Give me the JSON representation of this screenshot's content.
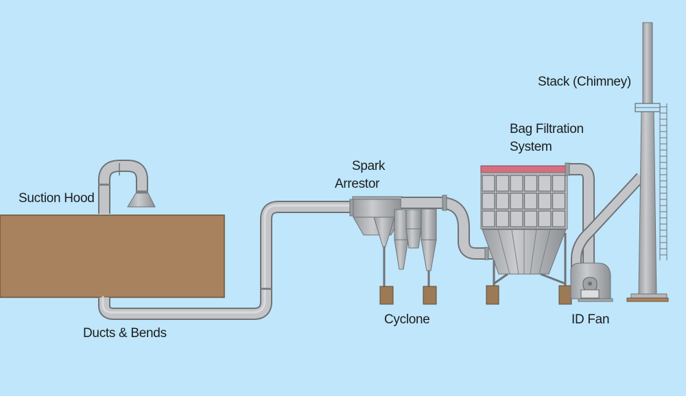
{
  "diagram": {
    "type": "industrial dust collection system process flow",
    "colors": {
      "background": "#bfe6fb",
      "pipe": "#b4b6b9",
      "pipe_dark": "#7d8085",
      "source_block": "#a8825e",
      "dust_bin": "#9c7a55",
      "filter_top": "#d56f80"
    },
    "labels": {
      "suction_hood": "Suction Hood",
      "ducts_bends": "Ducts & Bends",
      "spark_arrestor_line1": "Spark",
      "spark_arrestor_line2": "Arrestor",
      "cyclone": "Cyclone",
      "bag_filtration_line1": "Bag Filtration",
      "bag_filtration_line2": "System",
      "id_fan": "ID Fan",
      "stack": "Stack (Chimney)"
    },
    "components": [
      {
        "id": "suction-hood",
        "name": "Suction Hood"
      },
      {
        "id": "ducts-bends",
        "name": "Ducts & Bends"
      },
      {
        "id": "spark-arrestor",
        "name": "Spark Arrestor"
      },
      {
        "id": "cyclone",
        "name": "Cyclone"
      },
      {
        "id": "bag-filtration",
        "name": "Bag Filtration System"
      },
      {
        "id": "id-fan",
        "name": "ID Fan"
      },
      {
        "id": "stack",
        "name": "Stack (Chimney)"
      }
    ]
  }
}
